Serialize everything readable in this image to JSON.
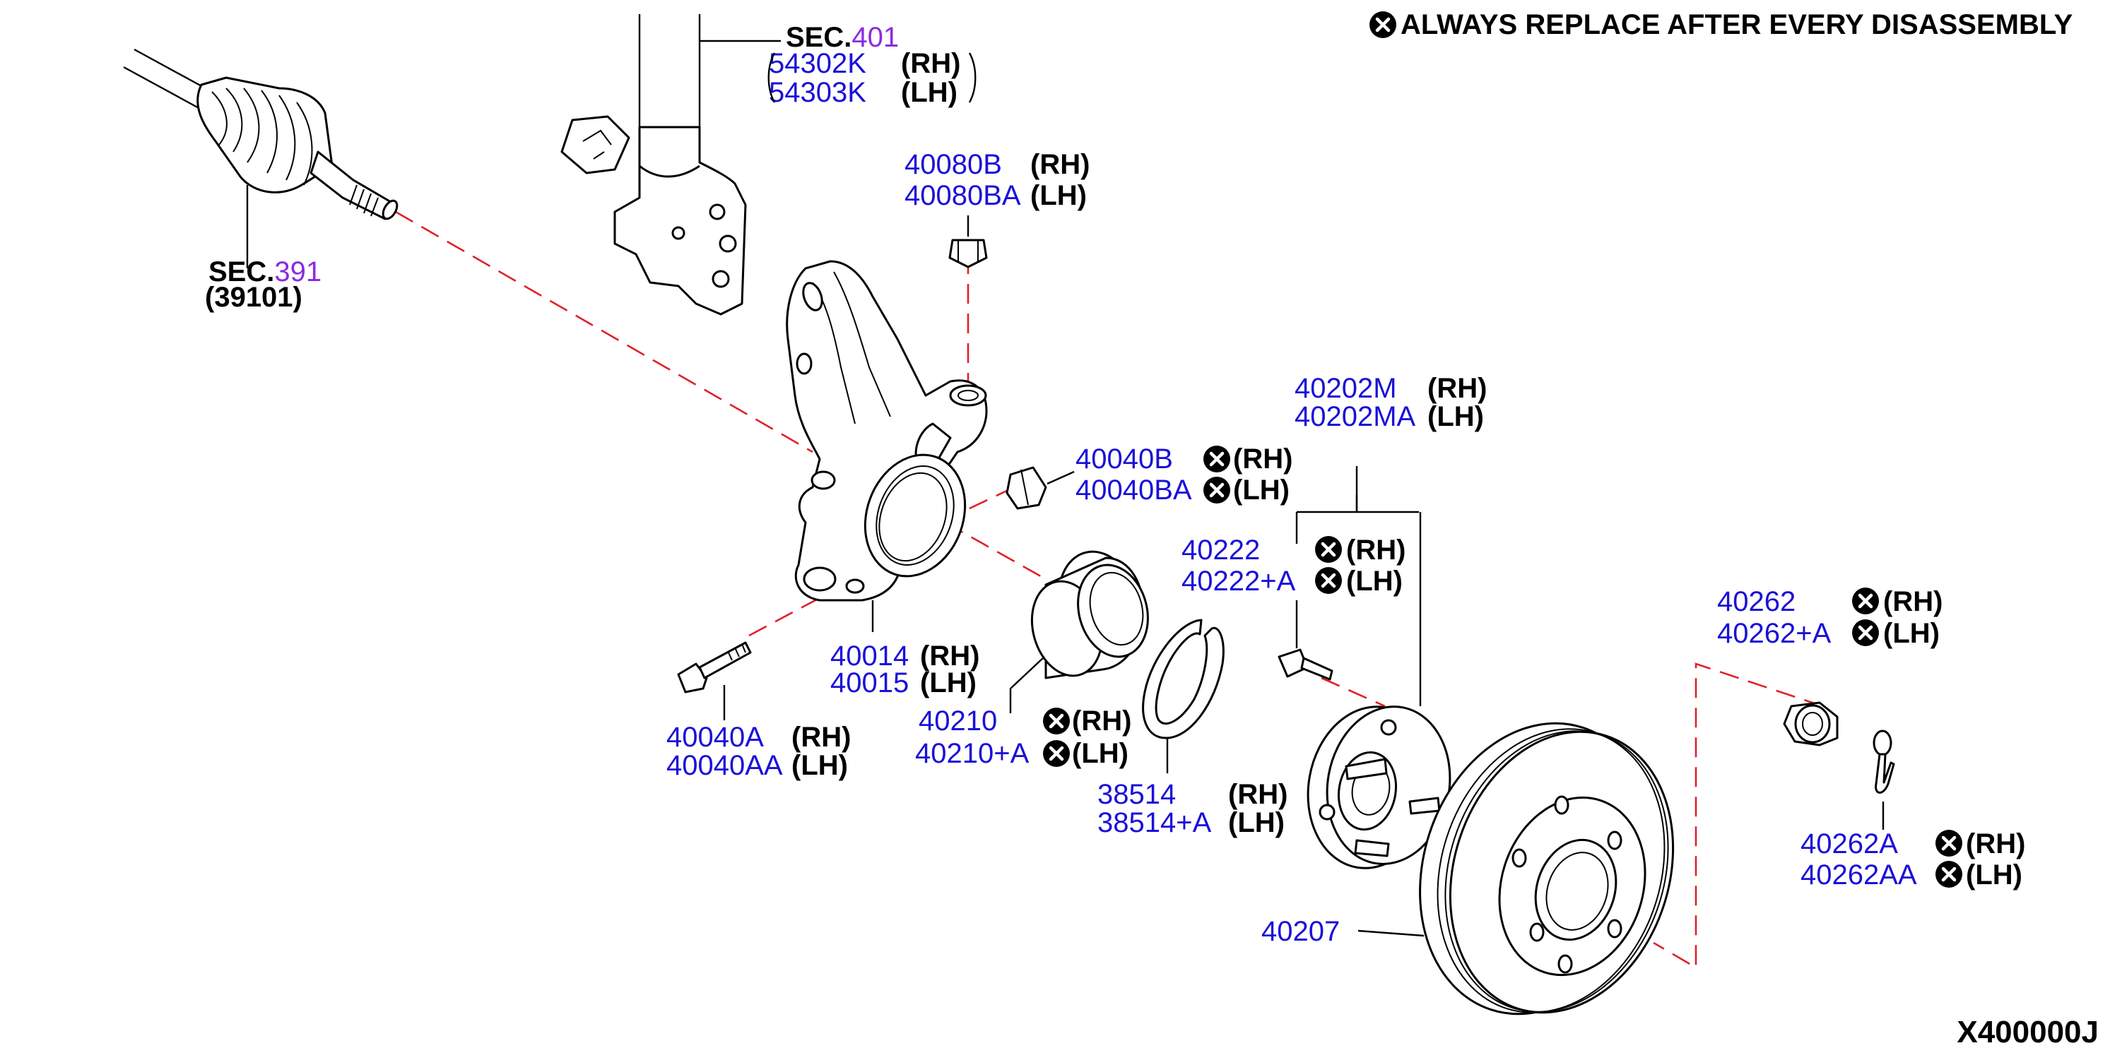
{
  "note": {
    "icon": "x-circle-icon",
    "text": "ALWAYS REPLACE AFTER EVERY DISASSEMBLY"
  },
  "diagram_ref": "X400000J",
  "sections": {
    "sec401": {
      "prefix": "SEC.",
      "number": "401"
    },
    "sec391": {
      "prefix": "SEC.",
      "number": "391",
      "part": "(39101)"
    }
  },
  "labels": {
    "p54302k": "54302K",
    "p54303k": "54303K",
    "p40080b": "40080B",
    "p40080ba": "40080BA",
    "p40040b": "40040B",
    "p40040ba": "40040BA",
    "p40014": "40014",
    "p40015": "40015",
    "p40040a": "40040A",
    "p40040aa": "40040AA",
    "p40210": "40210",
    "p40210a": "40210+A",
    "p38514": "38514",
    "p38514a": "38514+A",
    "p40202m": "40202M",
    "p40202ma": "40202MA",
    "p40222": "40222",
    "p40222a": "40222+A",
    "p40262": "40262",
    "p40262a": "40262+A",
    "p40262A": "40262A",
    "p40262AA": "40262AA",
    "p40207": "40207"
  },
  "sides": {
    "rh": "(RH)",
    "lh": "(LH)"
  },
  "colors": {
    "part_number": "#1a10d8",
    "section_number": "#8a2be2",
    "centerline": "#e0202a"
  }
}
